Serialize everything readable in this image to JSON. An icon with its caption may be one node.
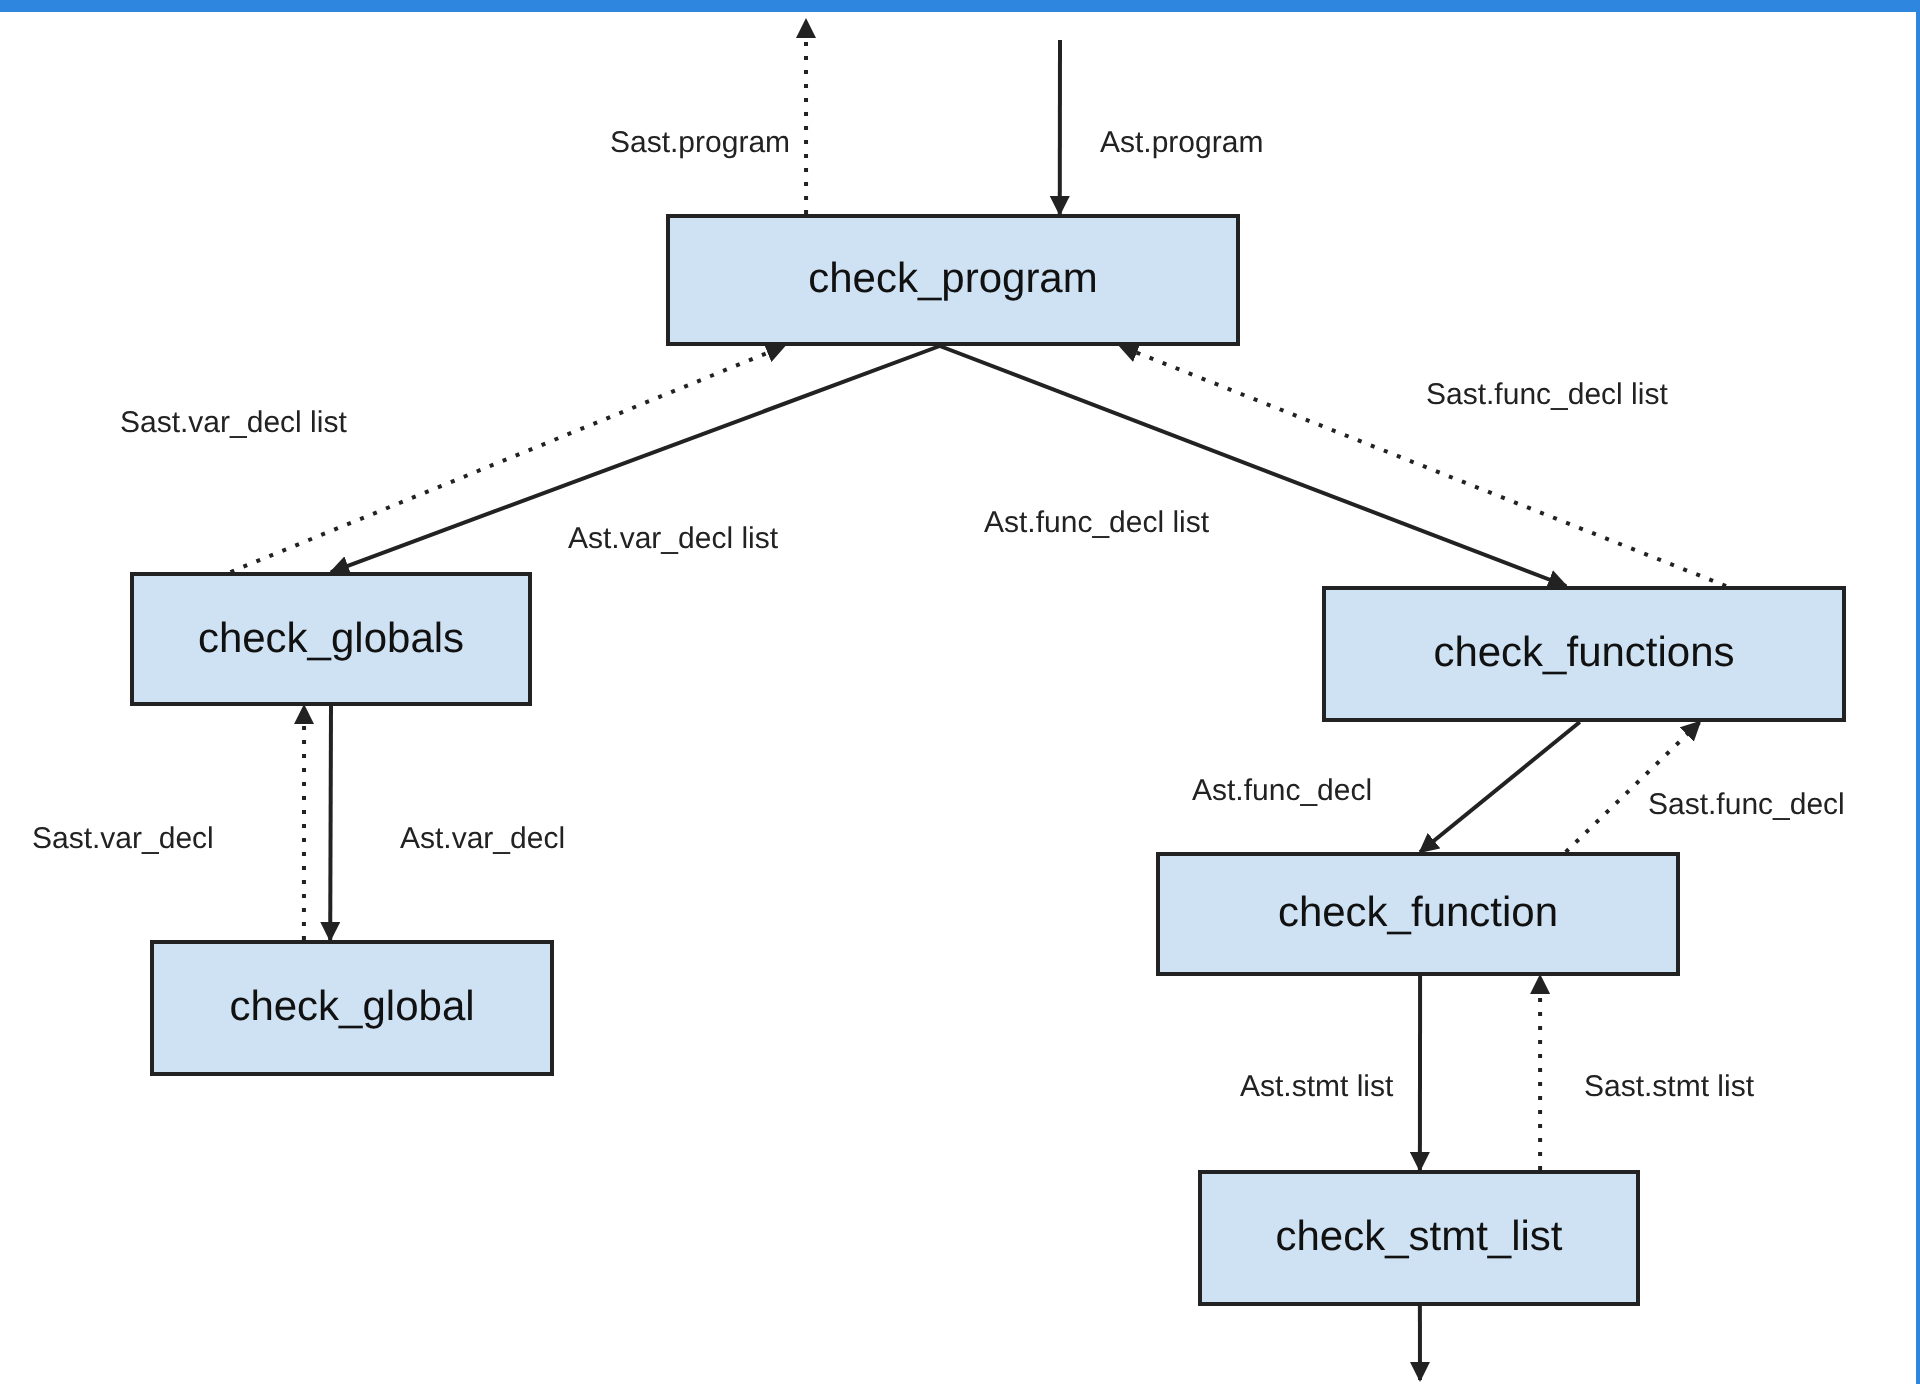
{
  "diagram": {
    "nodes": [
      {
        "text": [
          "check_program"
        ]
      },
      {
        "text": [
          "check_globals"
        ]
      },
      {
        "text": [
          "check_functions"
        ]
      },
      {
        "text": [
          "check_global"
        ]
      },
      {
        "text": [
          "check_function"
        ]
      },
      {
        "text": [
          "check_stmt_list"
        ]
      }
    ],
    "edges": [
      {
        "from": null,
        "to": 0,
        "arrow": "to",
        "label": "Ast.program"
      },
      {
        "from": 0,
        "to": null,
        "arrow": "to",
        "label": "Sast.program",
        "style": "dashed"
      },
      {
        "from": 0,
        "to": 1,
        "arrow": "to",
        "label": "Ast.var_decl list"
      },
      {
        "from": 1,
        "to": 0,
        "arrow": "to",
        "label": "Sast.var_decl list",
        "style": "dashed"
      },
      {
        "from": 0,
        "to": 2,
        "arrow": "to",
        "label": "Ast.func_decl list"
      },
      {
        "from": 2,
        "to": 0,
        "arrow": "to",
        "label": "Sast.func_decl list",
        "style": "dashed"
      },
      {
        "from": 1,
        "to": 3,
        "arrow": "to",
        "label": "Ast.var_decl"
      },
      {
        "from": 3,
        "to": 1,
        "arrow": "to",
        "label": "Sast.var_decl",
        "style": "dashed"
      },
      {
        "from": 2,
        "to": 4,
        "arrow": "to",
        "label": "Ast.func_decl"
      },
      {
        "from": 4,
        "to": 2,
        "arrow": "to",
        "label": "Sast.func_decl",
        "style": "dashed"
      },
      {
        "from": 4,
        "to": 5,
        "arrow": "to",
        "label": "Ast.stmt list"
      },
      {
        "from": 5,
        "to": 4,
        "arrow": "to",
        "label": "Sast.stmt list",
        "style": "dashed"
      },
      {
        "from": 5,
        "to": null,
        "arrow": "to"
      }
    ]
  }
}
